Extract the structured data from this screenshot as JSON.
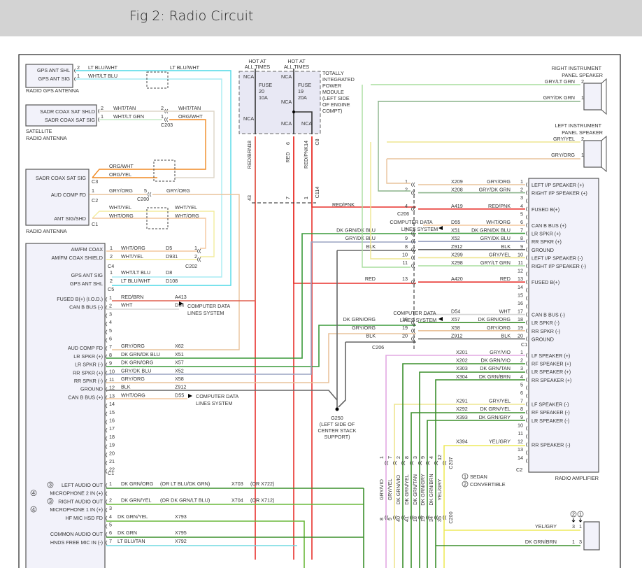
{
  "header": {
    "title": "Fig 2: Radio Circuit"
  },
  "colors": {
    "LT BLU": "#4fd9e6",
    "WHT/LT BLU": "#a9ecf3",
    "WHT/TAN": "#ddd5c8",
    "WHT/LT GRN": "#c6ebc6",
    "ORG": "#f08a24",
    "GRY/ORG": "#e9c39c",
    "WHT/YEL": "#f3ec9e",
    "WHT/ORG": "#f4c79e",
    "RED": "#e8312c",
    "DK GRN/DK BLU": "#3a9a3a",
    "GRY/DK BLU": "#9aa3c2",
    "BLK": "#666666",
    "GRY/YEL": "#eee590",
    "GRY/LT GRN": "#a9dd9e",
    "GRY/DK GRN": "#8ab38a",
    "WHT": "#d6d6d6",
    "DK GRN": "#3b8f2c",
    "GRY/VIO": "#e2a8e2",
    "YEL/GRY": "#eeea5c",
    "LT BLU/TAN": "#70dae0"
  },
  "components": {
    "gps_antenna": {
      "name": "RADIO GPS ANTENNA",
      "pins": [
        "GPS ANT SHL",
        "GPS ANT SIG"
      ]
    },
    "sat_antenna": {
      "name_line1": "SATELLITE",
      "name_line2": "RADIO ANTENNA",
      "pins": [
        "SADR COAX SAT SHLD",
        "SADR COAX SAT SIG"
      ]
    },
    "radio_antenna": {
      "name": "RADIO ANTENNA",
      "pins": [
        "SADR COAX SAT SIG",
        "AUD COMP FD",
        "ANT SIG/SHD"
      ],
      "connectors": [
        "C3",
        "C2",
        "C1"
      ]
    },
    "tipm": {
      "hot1": "HOT AT",
      "hot2": "ALL TIMES",
      "nca": "NCA",
      "fuse": "FUSE",
      "fuse20": "20",
      "amp20": "10A",
      "fuse19": "19",
      "amp19": "20A",
      "desc": [
        "TOTALLY",
        "INTEGRATED",
        "POWER",
        "MODULE",
        "(LEFT SIDE",
        "OF ENGINE",
        "COMPT)"
      ],
      "connector": "C8"
    },
    "right_ip_speaker": {
      "name_line1": "RIGHT INSTRUMENT",
      "name_line2": "PANEL SPEAKER",
      "wires": [
        {
          "color": "GRY/LT GRN",
          "pin": "2"
        },
        {
          "color": "GRY/DK GRN",
          "pin": "1"
        }
      ]
    },
    "left_ip_speaker": {
      "name_line1": "LEFT INSTRUMENT",
      "name_line2": "PANEL SPEAKER",
      "wires": [
        {
          "color": "GRY/YEL",
          "pin": "2"
        },
        {
          "color": "GRY/ORG",
          "pin": "1"
        }
      ]
    },
    "ground": {
      "id": "G250",
      "desc": [
        "(LEFT SIDE OF",
        "CENTER STACK",
        "SUPPORT)"
      ]
    },
    "radio_amplifier": {
      "name": "RADIO AMPLIFIER"
    }
  },
  "wires_top": {
    "gps": [
      {
        "pin": "2",
        "l": "LT BLU/WHT",
        "r": "LT BLU/WHT"
      },
      {
        "pin": "1",
        "l": "WHT/LT BLU",
        "r": ""
      }
    ],
    "sat": [
      {
        "pin": "2",
        "l": "WHT/TAN",
        "cp": "2",
        "r": "WHT/TAN"
      },
      {
        "pin": "1",
        "l": "WHT/LT GRN",
        "cp": "1",
        "r": "ORG/WHT"
      }
    ],
    "c203": "C203",
    "ant_c3": [
      {
        "l": "ORG/WHT"
      },
      {
        "l": "ORG/YEL"
      }
    ],
    "ant_c2": {
      "pin": "1",
      "l": "GRY/ORG",
      "cp": "5",
      "r": "GRY/ORG",
      "conn": "C200"
    },
    "ant_c1": [
      {
        "l": "WHT/YEL",
        "r": "WHT/YEL"
      },
      {
        "l": "WHT/ORG",
        "r": "WHT/ORG"
      }
    ],
    "pin1": "1"
  },
  "tipm_wires": [
    {
      "pin": "18",
      "color": "RED/BRN",
      "pin2": "43"
    },
    {
      "pin": "6",
      "color": "RED",
      "pin2": "7"
    },
    {
      "pin": "14",
      "color": "RED/PNK",
      "pin2": "1"
    }
  ],
  "c114": "C114",
  "radio": {
    "c4": {
      "label": "C4",
      "rows": [
        {
          "name": "AM/FM COAX",
          "pin": "1",
          "color": "WHT/ORG",
          "circuit": "D5",
          "cp": "1"
        },
        {
          "name": "AM/FM COAX SHIELD",
          "pin": "2",
          "color": "WHT/YEL",
          "circuit": "D931",
          "cp": "2"
        }
      ],
      "conn": "C202"
    },
    "c5": {
      "label": "C5",
      "rows": [
        {
          "name": "GPS ANT SIG",
          "pin": "1",
          "color": "WHT/LT BLU",
          "circuit": "D8"
        },
        {
          "name": "GPS ANT SHL",
          "pin": "2",
          "color": "LT BLU/WHT",
          "circuit": "D108"
        }
      ]
    },
    "c1": {
      "rows": [
        {
          "name": "FUSED B(+) (I.O.D.)",
          "pin": "1",
          "color": "RED/BRN",
          "circuit": "A413"
        },
        {
          "name": "CAN B BUS (-)",
          "pin": "2",
          "color": "WHT",
          "circuit": "D54"
        },
        {
          "name": "",
          "pin": "3"
        },
        {
          "name": "",
          "pin": "4"
        },
        {
          "name": "",
          "pin": "5"
        },
        {
          "name": "",
          "pin": "6"
        },
        {
          "name": "AUD COMP FD",
          "pin": "7",
          "color": "GRY/ORG",
          "circuit": "X62"
        },
        {
          "name": "LR SPKR (+)",
          "pin": "8",
          "color": "DK GRN/DK BLU",
          "circuit": "X51"
        },
        {
          "name": "LR SPKR (-)",
          "pin": "9",
          "color": "DK GRN/ORG",
          "circuit": "X57"
        },
        {
          "name": "RR SPKR (+)",
          "pin": "10",
          "color": "GRY/DK BLU",
          "circuit": "X52"
        },
        {
          "name": "RR SPKR (-)",
          "pin": "11",
          "color": "GRY/ORG",
          "circuit": "X58"
        },
        {
          "name": "GROUND",
          "pin": "12",
          "color": "BLK",
          "circuit": "Z912"
        },
        {
          "name": "CAN B BUS (+)",
          "pin": "13",
          "color": "WHT/ORG",
          "circuit": "D55"
        },
        {
          "name": "",
          "pin": "14"
        },
        {
          "name": "",
          "pin": "15"
        },
        {
          "name": "",
          "pin": "16"
        },
        {
          "name": "",
          "pin": "17"
        },
        {
          "name": "",
          "pin": "18"
        },
        {
          "name": "",
          "pin": "19"
        },
        {
          "name": "",
          "pin": "20"
        },
        {
          "name": "",
          "pin": "21"
        },
        {
          "name": "",
          "pin": "22"
        }
      ]
    },
    "c2": {
      "label": "C2",
      "rows": [
        {
          "note": "3",
          "name": "LEFT AUDIO OUT",
          "pin": "1",
          "color": "DK GRN/ORG",
          "alt": "(OR LT BLU/DK GRN)",
          "circuit": "X703",
          "altc": "(OR X722)"
        },
        {
          "note": "4",
          "name": "MICROPHONE 2 IN (+)",
          "pin": ""
        },
        {
          "note": "3",
          "name": "RIGHT AUDIO OUT",
          "pin": "2",
          "color": "DK GRN/YEL",
          "alt": "(OR DK GRN/LT BLU)",
          "circuit": "X704",
          "altc": "(OR X712)"
        },
        {
          "note": "4",
          "name": "MICROPHONE 1 IN (+)",
          "pin": "3"
        },
        {
          "name": "HF MIC HSD FD",
          "pin": "4",
          "color": "DK GRN/YEL",
          "circuit": "X793"
        },
        {
          "name": "",
          "pin": "5"
        },
        {
          "name": "COMMON AUDIO OUT",
          "pin": "6",
          "color": "DK GRN",
          "circuit": "X795"
        },
        {
          "name": "HNDS FREE MIC IN (-)",
          "pin": "7",
          "color": "LT BLU/TAN",
          "circuit": "X792"
        }
      ]
    },
    "cdl": [
      "COMPUTER DATA",
      "LINES SYSTEM"
    ],
    "c1label": "C1"
  },
  "amp": {
    "c1": [
      {
        "pin": "1",
        "circuit": "X209",
        "color": "GRY/ORG",
        "name": "LEFT I/P SPEAKER (+)",
        "cp": "1"
      },
      {
        "pin": "2",
        "circuit": "X208",
        "color": "GRY/DK GRN",
        "name": "RIGHT I/P SPEAKER (+)",
        "cp": "2"
      },
      {
        "pin": "3"
      },
      {
        "pin": "4",
        "circuit": "A419",
        "color": "RED/PNK",
        "name": "FUSED B(+)",
        "cp": "4"
      },
      {
        "pin": "5"
      },
      {
        "pin": "6",
        "circuit": "D55",
        "color": "WHT/ORG",
        "name": "CAN B BUS (+)"
      },
      {
        "pin": "7",
        "circuit": "X51",
        "color": "DK GRN/DK BLU",
        "name": "LR SPKR (+)",
        "cp": "7",
        "lc": "DK GRN/DK BLU"
      },
      {
        "pin": "8",
        "circuit": "X52",
        "color": "GRY/DK BLU",
        "name": "RR SPKR (+)",
        "cp": "9",
        "lc": "GRY/DK BLU"
      },
      {
        "pin": "9",
        "circuit": "Z912",
        "color": "BLK",
        "name": "GROUND",
        "cp": "8",
        "lc": "BLK"
      },
      {
        "pin": "10",
        "circuit": "X299",
        "color": "GRY/YEL",
        "name": "LEFT I/P SPEAKER (-)",
        "cp": "10"
      },
      {
        "pin": "11",
        "circuit": "X298",
        "color": "GRY/LT GRN",
        "name": "RIGHT I/P SPEAKER (-)",
        "cp": "11"
      },
      {
        "pin": "12"
      },
      {
        "pin": "13",
        "circuit": "A420",
        "color": "RED",
        "name": "FUSED B(+)",
        "cp": "13",
        "lc": "RED"
      },
      {
        "pin": "14"
      },
      {
        "pin": "15"
      },
      {
        "pin": "16"
      },
      {
        "pin": "17",
        "circuit": "D54",
        "color": "WHT",
        "name": "CAN B BUS (-)"
      },
      {
        "pin": "18",
        "circuit": "X57",
        "color": "DK GRN/ORG",
        "name": "LR SPKR (-)",
        "cp": "18",
        "lc": "DK GRN/ORG"
      },
      {
        "pin": "19",
        "circuit": "X58",
        "color": "GRY/ORG",
        "name": "RR SPKR (-)",
        "cp": "19",
        "lc": "GRY/ORG"
      },
      {
        "pin": "20",
        "circuit": "Z912",
        "color": "BLK",
        "name": "GROUND",
        "cp": "20",
        "lc": "BLK"
      }
    ],
    "c1label": "C1",
    "c206": "C206",
    "c2": [
      {
        "pin": "1",
        "circuit": "X201",
        "color": "GRY/VIO",
        "name": "LF SPEAKER (+)"
      },
      {
        "pin": "2",
        "circuit": "X202",
        "color": "DK GRN/VIO",
        "name": "RF SPEAKER (+)"
      },
      {
        "pin": "3",
        "circuit": "X303",
        "color": "DK GRN/TAN",
        "name": "LR SPEAKER (+)"
      },
      {
        "pin": "4",
        "circuit": "X304",
        "color": "DK GRN/BRN",
        "name": "RR SPEAKER (+)"
      },
      {
        "pin": "5"
      },
      {
        "pin": "6"
      },
      {
        "pin": "7",
        "circuit": "X291",
        "color": "GRY/YEL",
        "name": "LF SPEAKER (-)"
      },
      {
        "pin": "8",
        "circuit": "X292",
        "color": "DK GRN/YEL",
        "name": "RF SPEAKER (-)"
      },
      {
        "pin": "9",
        "circuit": "X393",
        "color": "DK GRN/GRY",
        "name": "LR SPEAKER (-)"
      },
      {
        "pin": "10"
      },
      {
        "pin": "11"
      },
      {
        "pin": "12",
        "circuit": "X394",
        "color": "YEL/GRY",
        "name": "RR SPEAKER (-)"
      },
      {
        "pin": "13"
      },
      {
        "pin": "14"
      }
    ],
    "c2label": "C2"
  },
  "c207": {
    "label": "C207",
    "pins": [
      "1",
      "7",
      "2",
      "8",
      "3",
      "9",
      "4",
      "12"
    ]
  },
  "c200": {
    "label": "C200",
    "pins": [
      "8",
      "9",
      "40",
      "41",
      "18",
      "19",
      "34",
      "35"
    ],
    "colors": [
      "GRY/VIO",
      "GRY/YEL",
      "DK GRN/VIO",
      "DK GRN/YEL",
      "DK GRN/TAN",
      "DK GRN/GRY",
      "DK GRN/BRN",
      "YEL/GRY"
    ]
  },
  "notes": [
    {
      "n": "1",
      "t": "SEDAN"
    },
    {
      "n": "2",
      "t": "CONVERTIBLE"
    }
  ],
  "bottom_speaker": {
    "wires": [
      {
        "color": "YEL/GRY",
        "p2": "3",
        "p1": "1"
      },
      {
        "color": "DK GRN/BRN",
        "p2": "1",
        "p1": "3"
      }
    ],
    "notes": [
      "2",
      "1"
    ]
  }
}
